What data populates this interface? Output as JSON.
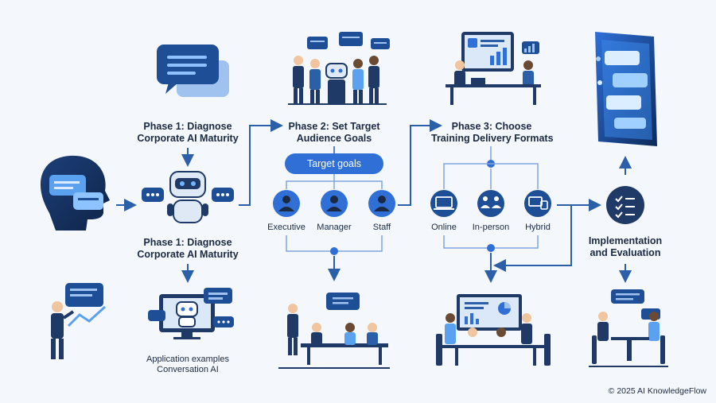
{
  "diagram": {
    "phase1_top": [
      "Phase 1: Diagnose",
      "Corporate AI Maturity"
    ],
    "phase1_mid": [
      "Phase 1: Diagnose",
      "Corporate AI Maturity"
    ],
    "phase1_bottom": [
      "Application examples",
      "Conversation AI"
    ],
    "phase2": [
      "Phase 2: Set Target",
      "Audience Goals"
    ],
    "target_goals": "Target goals",
    "audiences": [
      "Executive",
      "Manager",
      "Staff"
    ],
    "phase3": [
      "Phase 3: Choose",
      "Training Delivery Formats"
    ],
    "formats": [
      "Online",
      "In-person",
      "Hybrid"
    ],
    "implementation": [
      "Implementation",
      "and Evaluation"
    ]
  },
  "footer": {
    "copyright": "© 2025 AI KnowledgeFlow"
  },
  "colors": {
    "navy": "#1f3a66",
    "blue": "#2f6fd6",
    "line": "#2b5fa8",
    "light": "#a9c8f0",
    "bg": "#f4f7fb"
  }
}
